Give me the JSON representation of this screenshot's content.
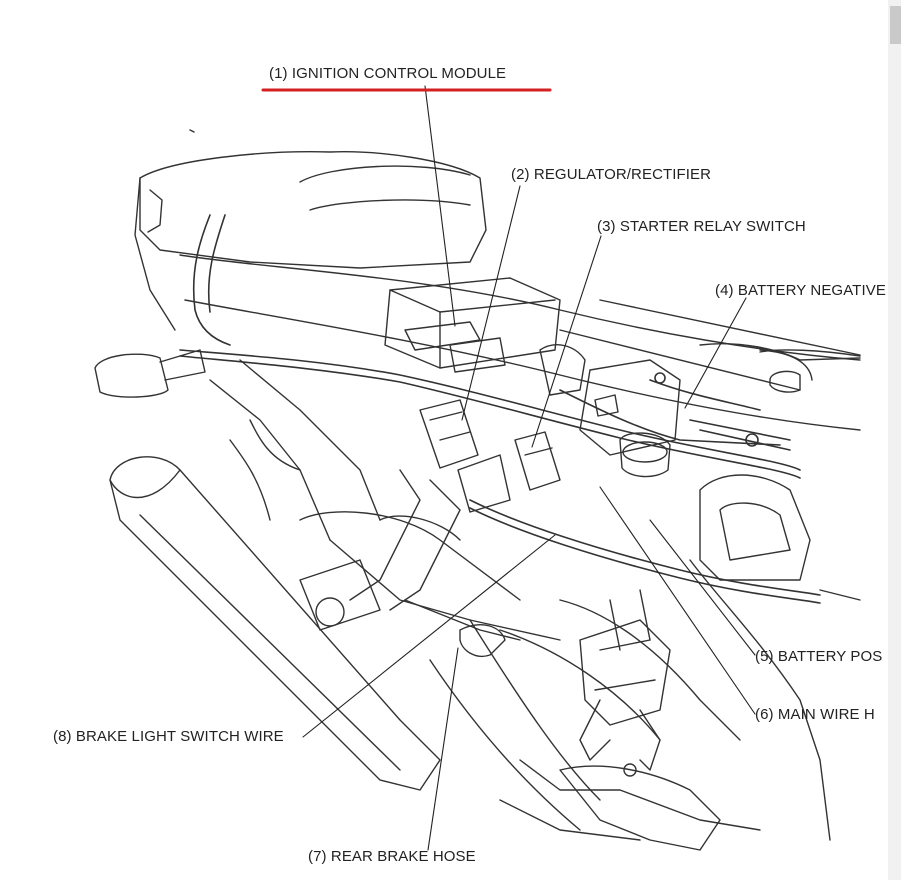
{
  "diagram": {
    "callouts": [
      {
        "id": "1",
        "text": "(1) IGNITION CONTROL MODULE"
      },
      {
        "id": "2",
        "text": "(2) REGULATOR/RECTIFIER"
      },
      {
        "id": "3",
        "text": "(3) STARTER RELAY SWITCH"
      },
      {
        "id": "4",
        "text": "(4) BATTERY NEGATIVE"
      },
      {
        "id": "5",
        "text": "(5) BATTERY POS"
      },
      {
        "id": "6",
        "text": "(6) MAIN WIRE H"
      },
      {
        "id": "7",
        "text": "(7) REAR BRAKE HOSE"
      },
      {
        "id": "8",
        "text": "(8) BRAKE LIGHT SWITCH WIRE"
      }
    ],
    "highlight_color": "#d42020",
    "line_color": "#333333"
  }
}
